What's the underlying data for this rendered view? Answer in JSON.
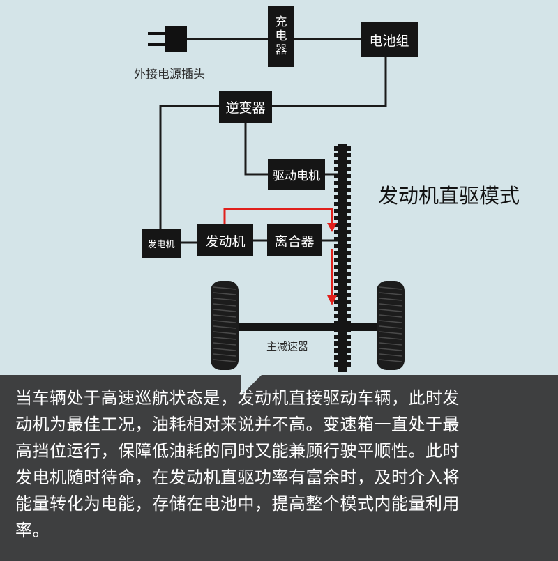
{
  "diagram": {
    "nodes": {
      "charger": "充\n电\n器",
      "battery_pack": "电池组",
      "external_plug": "外接电源插头",
      "inverter": "逆变器",
      "drive_motor": "驱动电机",
      "generator": "发电机",
      "engine": "发动机",
      "clutch": "离合器",
      "final_drive": "主减速器"
    },
    "mode_title": "发动机直驱模式",
    "colors": {
      "background": "#d4e4e8",
      "box": "#151515",
      "line": "#1a1a1a",
      "flow_arrow": "#e0201c",
      "caption_background": "#3e3f40"
    }
  },
  "caption": {
    "lines": [
      "当车辆处于高速巡航状态是，发动机直接驱动车辆，此时发",
      "动机为最佳工况，油耗相对来说并不高。变速箱一直处于最",
      "高挡位运行，保障低油耗的同时又能兼顾行驶平顺性。此时",
      "发电机随时待命，在发动机直驱功率有富余时，及时介入将",
      "能量转化为电能，存储在电池中，提高整个模式内能量利用",
      "率。"
    ]
  }
}
